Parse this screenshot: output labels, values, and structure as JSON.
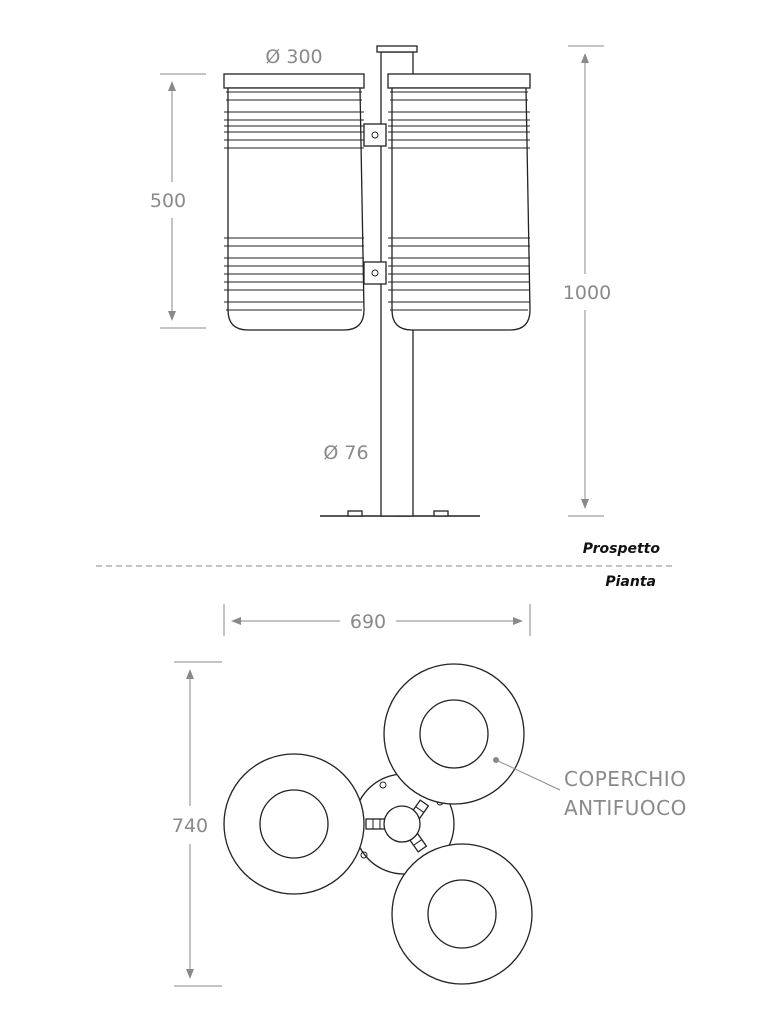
{
  "elevation": {
    "bin_diameter_label": "Ø 300",
    "bin_height_label": "500",
    "total_height_label": "1000",
    "post_diameter_label": "Ø 76",
    "view_label": "Prospetto"
  },
  "plan": {
    "view_label": "Pianta",
    "width_label": "690",
    "depth_label": "740",
    "callout_line1": "COPERCHIO",
    "callout_line2": "ANTIFUOCO"
  }
}
